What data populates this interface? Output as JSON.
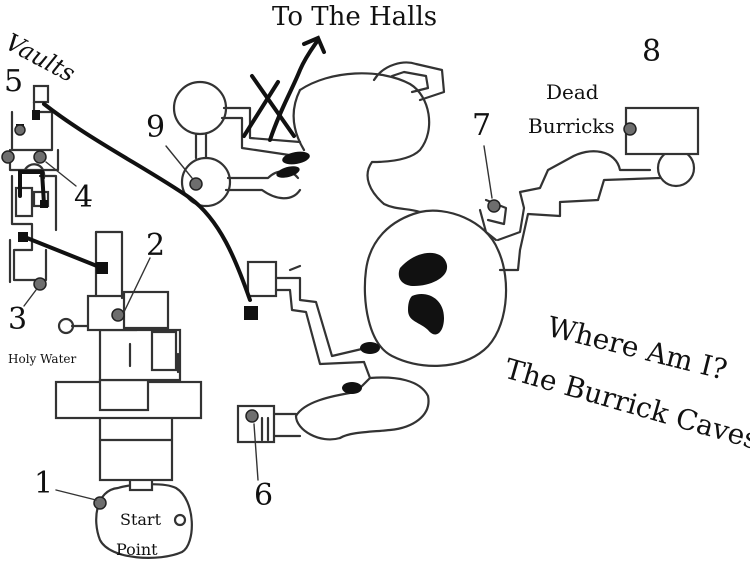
{
  "title": "To The Halls",
  "subtitle": [
    "Where Am I?",
    "The Burrick Caves"
  ],
  "areas": {
    "vaults": "Vaults",
    "holy_water": "Holy Water",
    "dead_burricks": [
      "Dead",
      "Burricks"
    ],
    "start": [
      "Start",
      "Point"
    ]
  },
  "locations": [
    {
      "id": "1",
      "label": "1"
    },
    {
      "id": "2",
      "label": "2"
    },
    {
      "id": "3",
      "label": "3"
    },
    {
      "id": "4",
      "label": "4"
    },
    {
      "id": "5",
      "label": "5"
    },
    {
      "id": "6",
      "label": "6"
    },
    {
      "id": "7",
      "label": "7"
    },
    {
      "id": "8",
      "label": "8"
    },
    {
      "id": "9",
      "label": "9"
    }
  ],
  "colors": {
    "ink": "#111111",
    "marker": "#6e6e6e",
    "walls": "#333333"
  }
}
